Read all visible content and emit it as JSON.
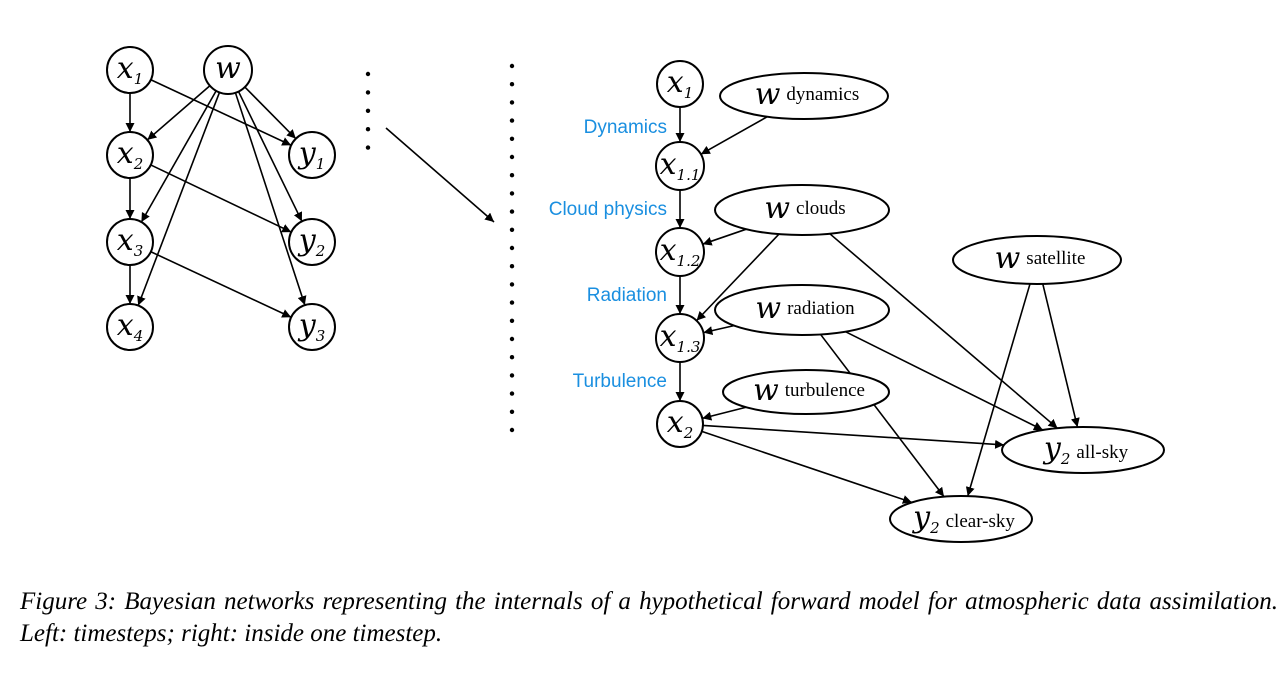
{
  "diagram": {
    "left_nodes": [
      {
        "id": "x1",
        "main": "x",
        "sub": "1"
      },
      {
        "id": "w",
        "main": "w",
        "sub": ""
      },
      {
        "id": "x2",
        "main": "x",
        "sub": "2"
      },
      {
        "id": "y1",
        "main": "y",
        "sub": "1"
      },
      {
        "id": "x3",
        "main": "x",
        "sub": "3"
      },
      {
        "id": "y2",
        "main": "y",
        "sub": "2"
      },
      {
        "id": "x4",
        "main": "x",
        "sub": "4"
      },
      {
        "id": "y3",
        "main": "y",
        "sub": "3"
      }
    ],
    "right_nodes": [
      {
        "id": "rx1",
        "main": "x",
        "sub": "1",
        "label": ""
      },
      {
        "id": "rx11",
        "main": "x",
        "sub": "1.1",
        "label": ""
      },
      {
        "id": "rx12",
        "main": "x",
        "sub": "1.2",
        "label": ""
      },
      {
        "id": "rx13",
        "main": "x",
        "sub": "1.3",
        "label": ""
      },
      {
        "id": "rx2",
        "main": "x",
        "sub": "2",
        "label": ""
      },
      {
        "id": "wdyn",
        "main": "w",
        "sub": "",
        "label": "dynamics"
      },
      {
        "id": "wcld",
        "main": "w",
        "sub": "",
        "label": "clouds"
      },
      {
        "id": "wrad",
        "main": "w",
        "sub": "",
        "label": "radiation"
      },
      {
        "id": "wturb",
        "main": "w",
        "sub": "",
        "label": "turbulence"
      },
      {
        "id": "wsat",
        "main": "w",
        "sub": "",
        "label": "satellite"
      },
      {
        "id": "yall",
        "main": "y",
        "sub": "2",
        "label": "all-sky"
      },
      {
        "id": "yclr",
        "main": "y",
        "sub": "2",
        "label": "clear-sky"
      }
    ],
    "stage_labels": [
      "Dynamics",
      "Cloud physics",
      "Radiation",
      "Turbulence"
    ],
    "left_edges": [
      [
        "x1",
        "x2"
      ],
      [
        "x1",
        "y1"
      ],
      [
        "w",
        "x2"
      ],
      [
        "w",
        "y1"
      ],
      [
        "w",
        "x3"
      ],
      [
        "w",
        "x4"
      ],
      [
        "w",
        "y2"
      ],
      [
        "w",
        "y3"
      ],
      [
        "x2",
        "x3"
      ],
      [
        "x2",
        "y2"
      ],
      [
        "x3",
        "x4"
      ],
      [
        "x3",
        "y3"
      ]
    ],
    "right_edges": [
      [
        "rx1",
        "rx11"
      ],
      [
        "wdyn",
        "rx11"
      ],
      [
        "rx11",
        "rx12"
      ],
      [
        "wcld",
        "rx12"
      ],
      [
        "wcld",
        "rx13"
      ],
      [
        "wcld",
        "yall"
      ],
      [
        "rx12",
        "rx13"
      ],
      [
        "wrad",
        "rx13"
      ],
      [
        "wrad",
        "yall"
      ],
      [
        "wrad",
        "yclr"
      ],
      [
        "rx13",
        "rx2"
      ],
      [
        "wturb",
        "rx2"
      ],
      [
        "rx2",
        "yall"
      ],
      [
        "rx2",
        "yclr"
      ],
      [
        "wsat",
        "yall"
      ],
      [
        "wsat",
        "yclr"
      ]
    ]
  },
  "caption": "Figure 3: Bayesian networks representing the internals of a hypothetical forward model for atmospheric data assimilation. Left: timesteps; right: inside one timestep."
}
